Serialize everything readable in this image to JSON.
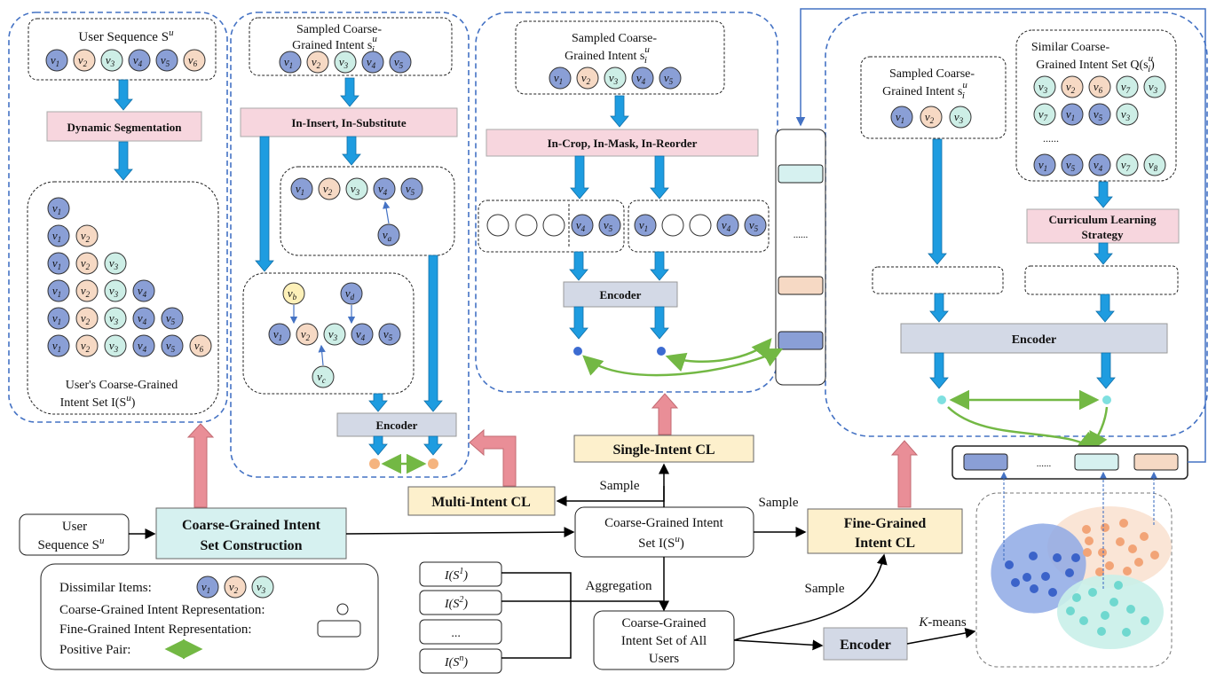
{
  "colors": {
    "blue_item": "#8a9fd6",
    "orange_item": "#f6d9c4",
    "teal_item": "#cdeee6",
    "pink_box": "#f7d6de",
    "encoder_box": "#d3d9e6",
    "module_box": "#fdf0cc",
    "teal_box": "#d6f1f0",
    "arrow_blue": "#1e9ce0",
    "arrow_pink": "#e98e97",
    "arrow_green": "#73b844",
    "dashed_border": "#4472c4"
  },
  "panel1": {
    "user_seq_label": "User Sequence S",
    "user_seq_sup": "u",
    "dynamic_segmentation": "Dynamic Segmentation",
    "coarse_set_line1": "User's Coarse-Grained",
    "coarse_set_line2": "Intent Set I(S",
    "coarse_set_sup": "u",
    "coarse_set_close": ")"
  },
  "panel2": {
    "sampled_line1": "Sampled Coarse-",
    "sampled_line2": "Grained Intent s",
    "sampled_sup": "u",
    "sampled_sub": "i",
    "aug_ops": "In-Insert, In-Substitute",
    "encoder": "Encoder"
  },
  "panel3": {
    "sampled_line1": "Sampled Coarse-",
    "sampled_line2": "Grained Intent s",
    "sampled_sup": "u",
    "sampled_sub": "i",
    "aug_ops": "In-Crop, In-Mask, In-Reorder",
    "encoder": "Encoder"
  },
  "panel4": {
    "sampled_line1": "Sampled Coarse-",
    "sampled_line2": "Grained Intent s",
    "sampled_sup": "u",
    "sampled_sub": "i",
    "similar_line1": "Similar Coarse-",
    "similar_line2": "Grained Intent Set Q(s",
    "similar_sup": "u",
    "similar_sub": "i",
    "similar_close": ")",
    "ellipsis": "......",
    "curriculum_line1": "Curriculum Learning",
    "curriculum_line2": "Strategy",
    "encoder": "Encoder"
  },
  "bottom": {
    "user_sequence_line1": "User",
    "user_sequence_line2": "Sequence S",
    "user_sequence_sup": "u",
    "construction_line1": "Coarse-Grained Intent",
    "construction_line2": "Set Construction",
    "multi_intent": "Multi-Intent CL",
    "single_intent": "Single-Intent CL",
    "fine_grained_line1": "Fine-Grained",
    "fine_grained_line2": "Intent CL",
    "center_line1": "Coarse-Grained Intent",
    "center_line2": "Set I(S",
    "center_sup": "u",
    "center_close": ")",
    "sample_left": "Sample",
    "sample_right": "Sample",
    "sample_lower": "Sample",
    "aggregation": "Aggregation",
    "all_users_line1": "Coarse-Grained",
    "all_users_line2": "Intent Set of All",
    "all_users_line3": "Users",
    "encoder": "Encoder",
    "kmeans_k": "K",
    "kmeans_rest": "-means",
    "user_sets": [
      {
        "base": "I(S",
        "sup": "1",
        "close": ")"
      },
      {
        "base": "I(S",
        "sup": "2",
        "close": ")"
      },
      {
        "base": "...",
        "sup": "",
        "close": ""
      },
      {
        "base": "I(S",
        "sup": "n",
        "close": ")"
      }
    ],
    "cluster_bar_ellipsis": "......"
  },
  "legend": {
    "dissimilar": "Dissimilar Items:",
    "coarse_rep": "Coarse-Grained Intent Representation:",
    "fine_rep": "Fine-Grained Intent Representation:",
    "positive_pair": "Positive Pair:"
  },
  "node_names": {
    "v1": "1",
    "v2": "2",
    "v3": "3",
    "v4": "4",
    "v5": "5",
    "v6": "6",
    "v7": "7",
    "v8": "8",
    "va": "a",
    "vb": "b",
    "vc": "c",
    "vd": "d"
  }
}
